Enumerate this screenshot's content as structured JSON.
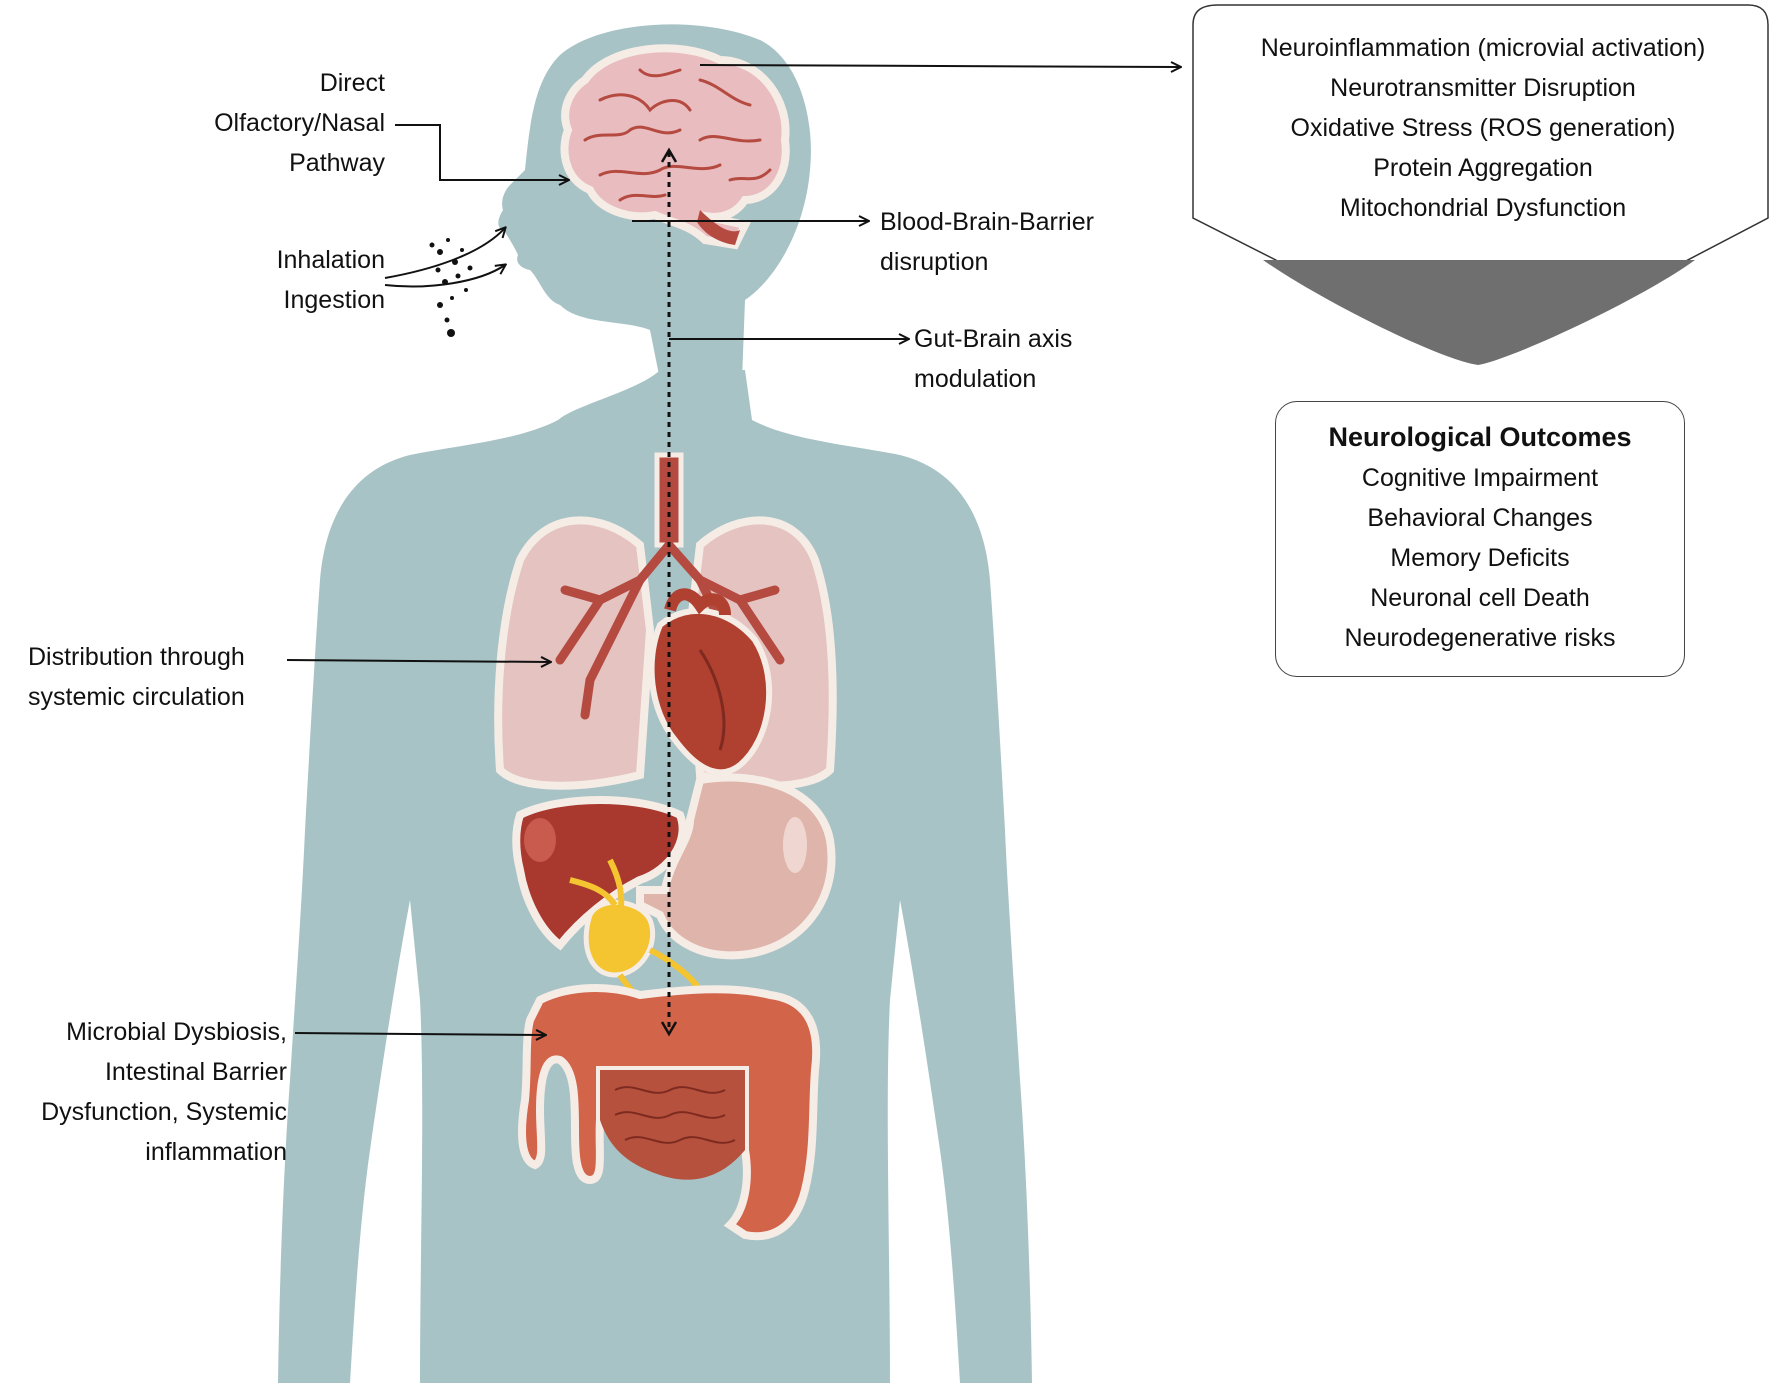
{
  "colors": {
    "body": "#a8c3c6",
    "organ_outline": "#f6ece6",
    "brain": "#e9bcc0",
    "vessel": "#b54a40",
    "lung": "#e4c3c1",
    "heart": "#b0402f",
    "liver": "#a9382e",
    "stomach": "#dfb4aa",
    "pancreas": "#f4c431",
    "intestine": "#d2644a",
    "callout_arrow": "#6f6f6f"
  },
  "labels": {
    "olfactory": [
      "Direct",
      "Olfactory/Nasal",
      "Pathway"
    ],
    "inhalation": [
      "Inhalation",
      "Ingestion"
    ],
    "bbb": [
      "Blood-Brain-Barrier",
      "disruption"
    ],
    "gut_brain": [
      "Gut-Brain axis",
      "modulation"
    ],
    "distribution": [
      "Distribution through",
      "systemic circulation"
    ],
    "microbial": [
      "Microbial Dysbiosis,",
      "Intestinal Barrier",
      "Dysfunction, Systemic",
      "inflammation"
    ]
  },
  "mechanisms": [
    "Neuroinflammation (microvial activation)",
    "Neurotransmitter Disruption",
    "Oxidative Stress (ROS generation)",
    "Protein Aggregation",
    "Mitochondrial Dysfunction"
  ],
  "outcomes": {
    "title": "Neurological Outcomes",
    "items": [
      "Cognitive Impairment",
      "Behavioral Changes",
      "Memory Deficits",
      "Neuronal cell Death",
      "Neurodegenerative risks"
    ]
  }
}
